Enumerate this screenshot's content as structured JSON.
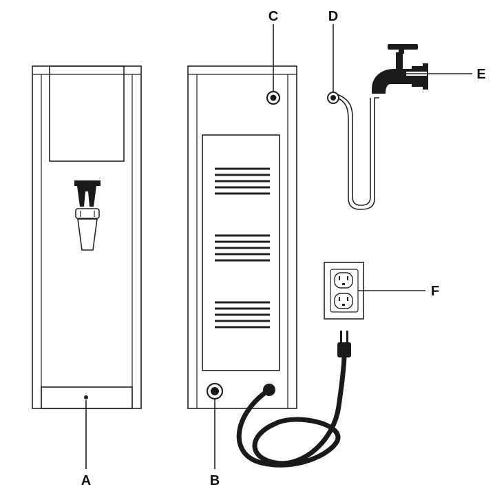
{
  "labels": {
    "a": "A",
    "b": "B",
    "c": "C",
    "d": "D",
    "e": "E",
    "f": "F"
  },
  "colors": {
    "line": "#222222",
    "fill_dark": "#1a1a1a",
    "background": "#ffffff"
  }
}
